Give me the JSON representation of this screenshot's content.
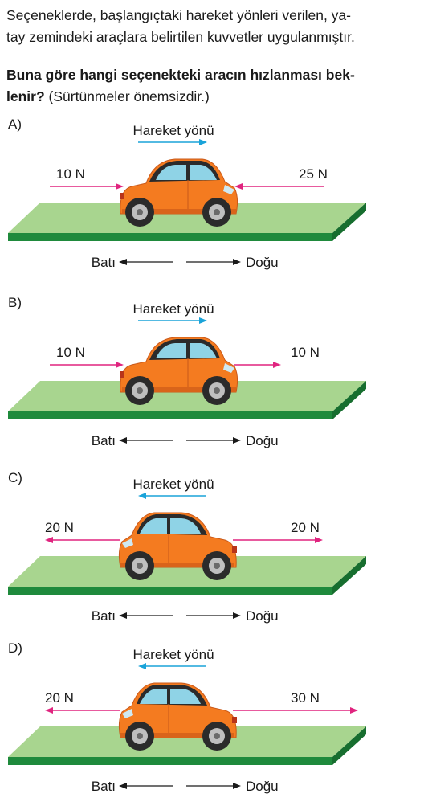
{
  "intro_lines": [
    "Seçeneklerde, başlangıçtaki hareket yönleri verilen, ya-",
    "tay zemindeki araçlara belirtilen kuvvetler uygulanmıştır."
  ],
  "question": {
    "bold_line1": "Buna göre hangi seçenekteki aracın hızlanması bek-",
    "bold_line2": "lenir?",
    "normal_tail": " (Sürtünmeler önemsizdir.)"
  },
  "motion_label": "Hareket yönü",
  "west_label": "Batı",
  "east_label": "Doğu",
  "colors": {
    "force_arrow": "#e0247f",
    "motion_arrow": "#1aa3d9",
    "ground_top": "#a8d58f",
    "ground_front": "#1f8a3c",
    "car_body": "#f47b20",
    "car_dark": "#2b2b2b"
  },
  "options": [
    {
      "label": "A)",
      "motion": "east",
      "left_force": "10 N",
      "left_dir": "right",
      "right_force": "25 N",
      "right_dir": "left"
    },
    {
      "label": "B)",
      "motion": "east",
      "left_force": "10 N",
      "left_dir": "right",
      "right_force": "10 N",
      "right_dir": "right"
    },
    {
      "label": "C)",
      "motion": "west",
      "left_force": "20 N",
      "left_dir": "left",
      "right_force": "20 N",
      "right_dir": "right"
    },
    {
      "label": "D)",
      "motion": "west",
      "left_force": "20 N",
      "left_dir": "left",
      "right_force": "30 N",
      "right_dir": "right"
    }
  ]
}
